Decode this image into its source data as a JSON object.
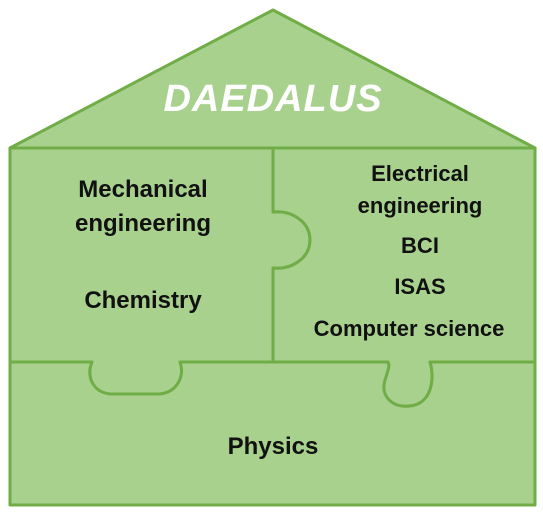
{
  "colors": {
    "fill": "#a9d18e",
    "stroke": "#70ad47",
    "title_text": "#ffffff",
    "label_text": "#111111"
  },
  "roof": {
    "title": "DAEDALUS"
  },
  "left_block": {
    "line1": "Mechanical",
    "line2": "engineering",
    "line3": "Chemistry"
  },
  "right_block": {
    "line1": "Electrical",
    "line2": "engineering",
    "line3": "BCI",
    "line4": "ISAS",
    "line5": "Computer science"
  },
  "bottom_block": {
    "label": "Physics"
  }
}
